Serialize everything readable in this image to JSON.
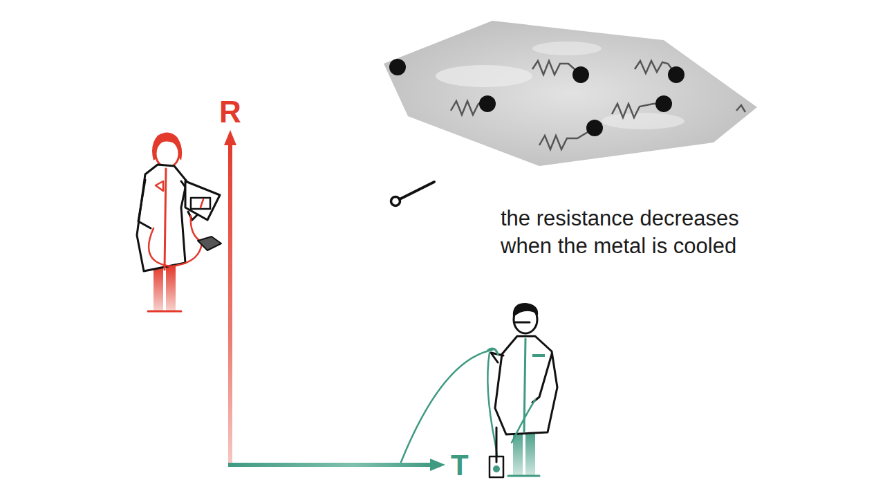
{
  "diagram": {
    "labels": [
      "R",
      "T",
      "the resistance decreases when the metal is cooled"
    ]
  }
}
